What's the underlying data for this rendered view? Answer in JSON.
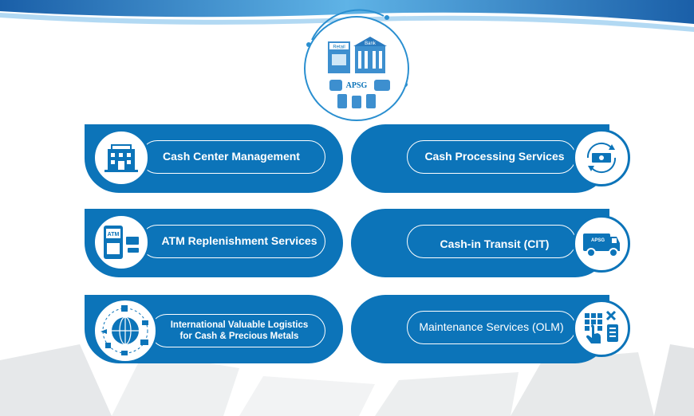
{
  "logo": {
    "brand": "APSG",
    "retail_sign": "Retail",
    "bank_sign": "Bank"
  },
  "services": [
    {
      "label": "Cash Center Management",
      "icon": "building-icon"
    },
    {
      "label": "Cash Processing Services",
      "icon": "cash-cycle-icon"
    },
    {
      "label": "ATM Replenishment Services",
      "icon": "atm-icon"
    },
    {
      "label": "Cash-in Transit (CIT)",
      "icon": "armored-truck-icon"
    },
    {
      "label_line1": "International Valuable Logistics",
      "label_line2": "for Cash & Precious Metals",
      "icon": "globe-logistics-icon"
    },
    {
      "label": "Maintenance Services (OLM)",
      "icon": "keypad-tools-icon"
    }
  ],
  "icon_texts": {
    "atm": "ATM",
    "truck": "APSG"
  },
  "colors": {
    "primary": "#0c74b9",
    "accent": "#2a8fd0",
    "white": "#ffffff"
  }
}
